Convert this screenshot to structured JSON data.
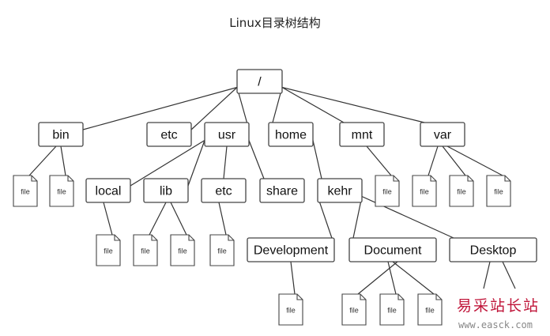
{
  "title": "Linux目录树结构",
  "nodes": [
    {
      "id": "root",
      "label": "/"
    },
    {
      "id": "bin",
      "label": "bin",
      "parent": "root"
    },
    {
      "id": "etc",
      "label": "etc",
      "parent": "root"
    },
    {
      "id": "usr",
      "label": "usr",
      "parent": "root"
    },
    {
      "id": "home",
      "label": "home",
      "parent": "root"
    },
    {
      "id": "mnt",
      "label": "mnt",
      "parent": "root"
    },
    {
      "id": "var",
      "label": "var",
      "parent": "root"
    },
    {
      "id": "local",
      "label": "local",
      "parent": "usr"
    },
    {
      "id": "lib",
      "label": "lib",
      "parent": "usr"
    },
    {
      "id": "usr_etc",
      "label": "etc",
      "parent": "usr"
    },
    {
      "id": "share",
      "label": "share",
      "parent": "usr"
    },
    {
      "id": "kehr",
      "label": "kehr",
      "parent": "home"
    },
    {
      "id": "development",
      "label": "Development",
      "parent": "kehr"
    },
    {
      "id": "document",
      "label": "Document",
      "parent": "kehr"
    },
    {
      "id": "desktop",
      "label": "Desktop",
      "parent": "kehr"
    }
  ],
  "files": [
    {
      "label": "file",
      "parent": "bin"
    },
    {
      "label": "file",
      "parent": "bin"
    },
    {
      "label": "file",
      "parent": "mnt"
    },
    {
      "label": "file",
      "parent": "var"
    },
    {
      "label": "file",
      "parent": "var"
    },
    {
      "label": "file",
      "parent": "var"
    },
    {
      "label": "file",
      "parent": "local"
    },
    {
      "label": "file",
      "parent": "lib"
    },
    {
      "label": "file",
      "parent": "lib"
    },
    {
      "label": "file",
      "parent": "usr_etc"
    },
    {
      "label": "file",
      "parent": "development"
    },
    {
      "label": "file",
      "parent": "document"
    },
    {
      "label": "file",
      "parent": "document"
    },
    {
      "label": "file",
      "parent": "document"
    }
  ],
  "watermark": {
    "name": "易采站长站",
    "url": "www.easck.com"
  }
}
